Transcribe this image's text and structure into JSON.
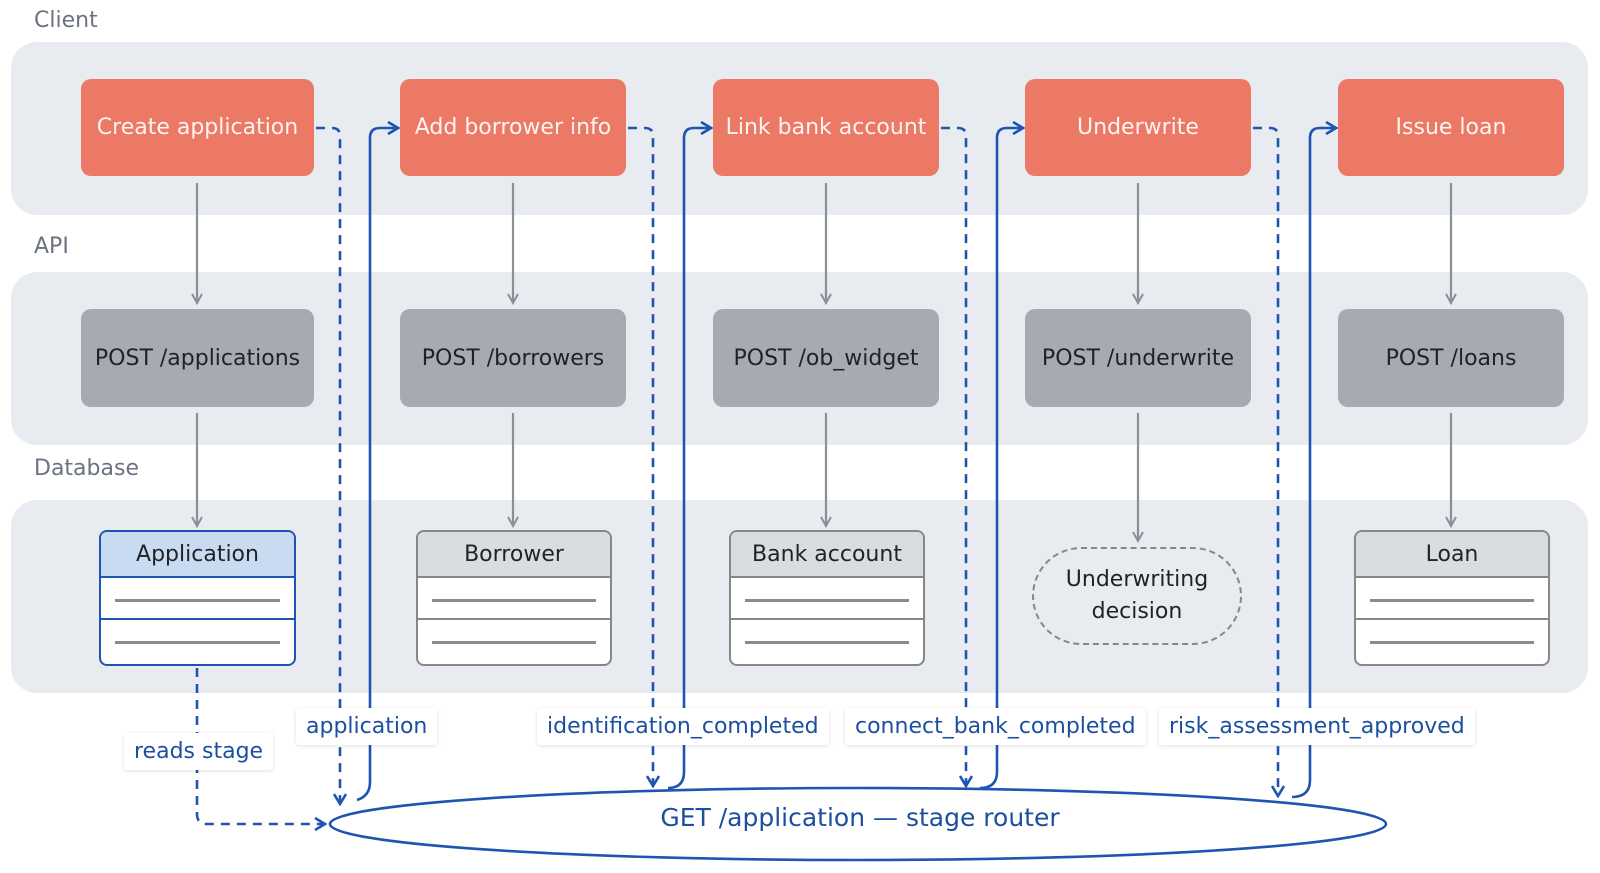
{
  "lanes": {
    "client": "Client",
    "api": "API",
    "database": "Database"
  },
  "client_steps": [
    {
      "label": "Create application"
    },
    {
      "label": "Add borrower info"
    },
    {
      "label": "Link bank account"
    },
    {
      "label": "Underwrite"
    },
    {
      "label": "Issue loan"
    }
  ],
  "api_calls": [
    {
      "label": "POST /applications"
    },
    {
      "label": "POST /borrowers"
    },
    {
      "label": "POST /ob_widget"
    },
    {
      "label": "POST /underwrite"
    },
    {
      "label": "POST /loans"
    }
  ],
  "db_entities": [
    {
      "label": "Application",
      "highlighted": true
    },
    {
      "label": "Borrower",
      "highlighted": false
    },
    {
      "label": "Bank account",
      "highlighted": false
    },
    {
      "label": "Underwriting decision",
      "line1": "Underwriting",
      "line2": "decision",
      "shape": "dashed-rounded"
    },
    {
      "label": "Loan",
      "highlighted": false
    }
  ],
  "edge_labels": {
    "reads_stage": "reads stage",
    "application": "application",
    "identification_completed": "identification_completed",
    "connect_bank_completed": "connect_bank_completed",
    "risk_assessment_approved": "risk_assessment_approved"
  },
  "router": {
    "label": "GET /application — stage router"
  },
  "colors": {
    "client_box": "#ec7866",
    "api_box": "#a6aab1",
    "lane_bg": "#e8ebef",
    "flow_blue": "#1f55b0",
    "arrow_gray": "#8b8f96"
  }
}
